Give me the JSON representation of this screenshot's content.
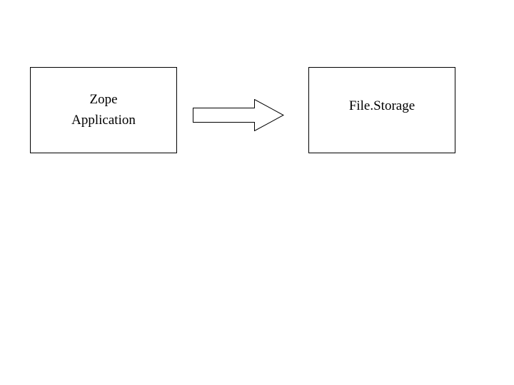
{
  "diagram": {
    "background_color": "#ffffff",
    "stroke_color": "#000000",
    "nodes": {
      "zope": {
        "lines": [
          "Zope",
          "Application"
        ]
      },
      "filestorage": {
        "label": "File.Storage"
      }
    },
    "arrow": {
      "direction": "right",
      "fill": "#ffffff",
      "stroke": "#000000"
    }
  }
}
